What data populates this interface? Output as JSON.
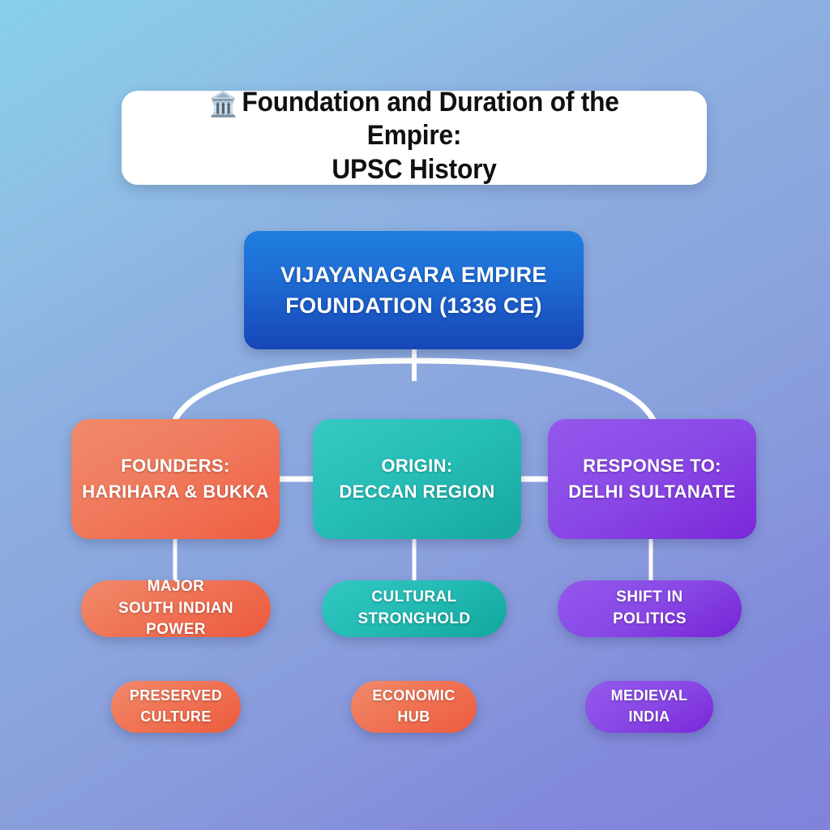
{
  "header": {
    "icon": "classical-building-icon",
    "icon_glyph": "🏛️",
    "title_line1": "Foundation and Duration of the Empire:",
    "title_line2": "UPSC History",
    "card_color": "#ffffff",
    "text_color": "#101010"
  },
  "theme": {
    "background_from": "#86cfe9",
    "background_to": "#7f83da",
    "connector_color": "#ffffff",
    "root_color": "#1f6fd6",
    "coral": "#ef5e42",
    "teal": "#16a79f",
    "purple": "#7a27d8"
  },
  "diagram": {
    "type": "hierarchy-flowchart",
    "root": {
      "label": "VIJAYANAGARA EMPIRE\nFOUNDATION (1336 CE)",
      "color": "#1f6fd6"
    },
    "branches": [
      {
        "label": "FOUNDERS:\nHARIHARA & BUKKA",
        "color": "#ef5e42",
        "child": {
          "label": "MAJOR\nSOUTH INDIAN POWER",
          "color": "#ed5a3d"
        },
        "tag": {
          "label": "PRESERVED\nCULTURE",
          "color": "#ee5b3e"
        }
      },
      {
        "label": "ORIGIN:\nDECCAN REGION",
        "color": "#16a79f",
        "child": {
          "label": "CULTURAL\nSTRONGHOLD",
          "color": "#12a69d"
        },
        "tag": {
          "label": "ECONOMIC\nHUB",
          "color": "#ee5b3e"
        }
      },
      {
        "label": "RESPONSE TO:\nDELHI SULTANATE",
        "color": "#7a27d8",
        "child": {
          "label": "SHIFT IN\nPOLITICS",
          "color": "#7724d6"
        },
        "tag": {
          "label": "MEDIEVAL\nINDIA",
          "color": "#7a27d8"
        }
      }
    ]
  }
}
